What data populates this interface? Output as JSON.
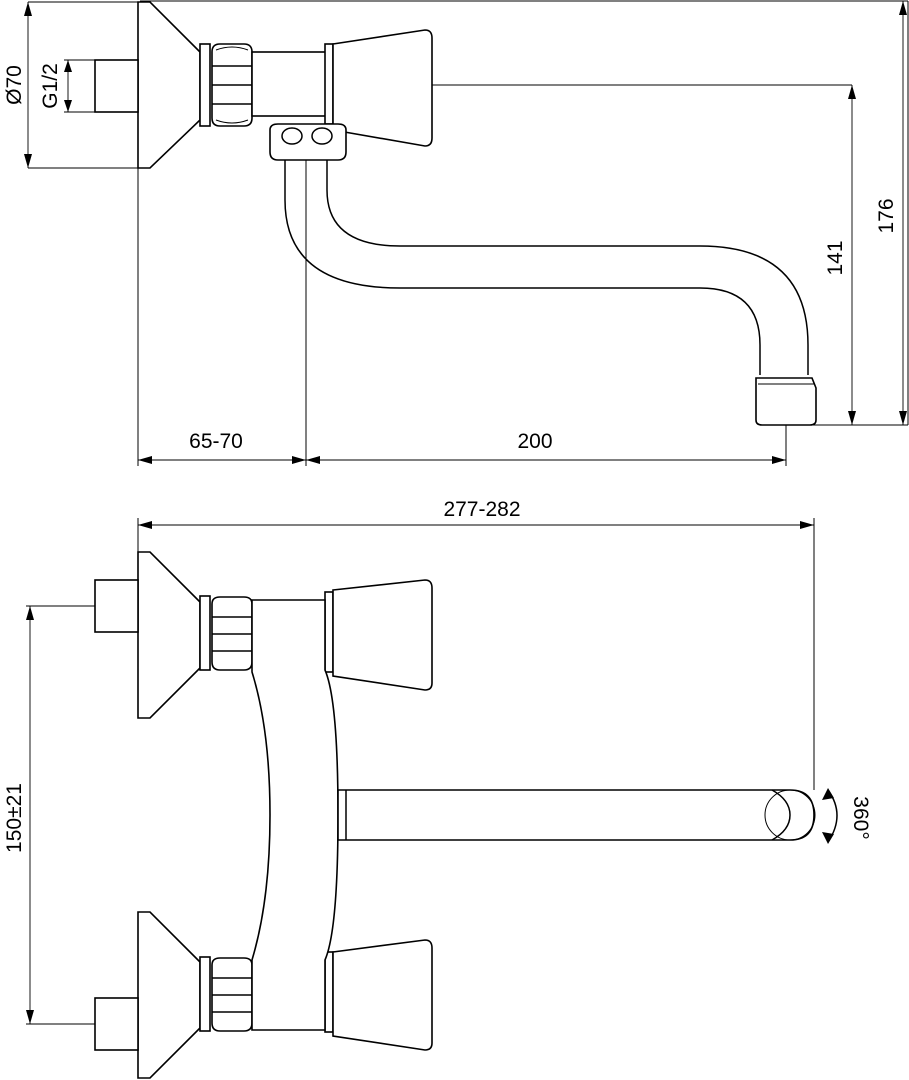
{
  "dimensions": {
    "flange_diameter": "Ø70",
    "thread": "G1/2",
    "wall_offset": "65-70",
    "spout_reach": "200",
    "overall_width": "277-282",
    "spout_height": "141",
    "overall_height": "176",
    "inlet_spacing": "150±21",
    "rotation": "360°"
  }
}
